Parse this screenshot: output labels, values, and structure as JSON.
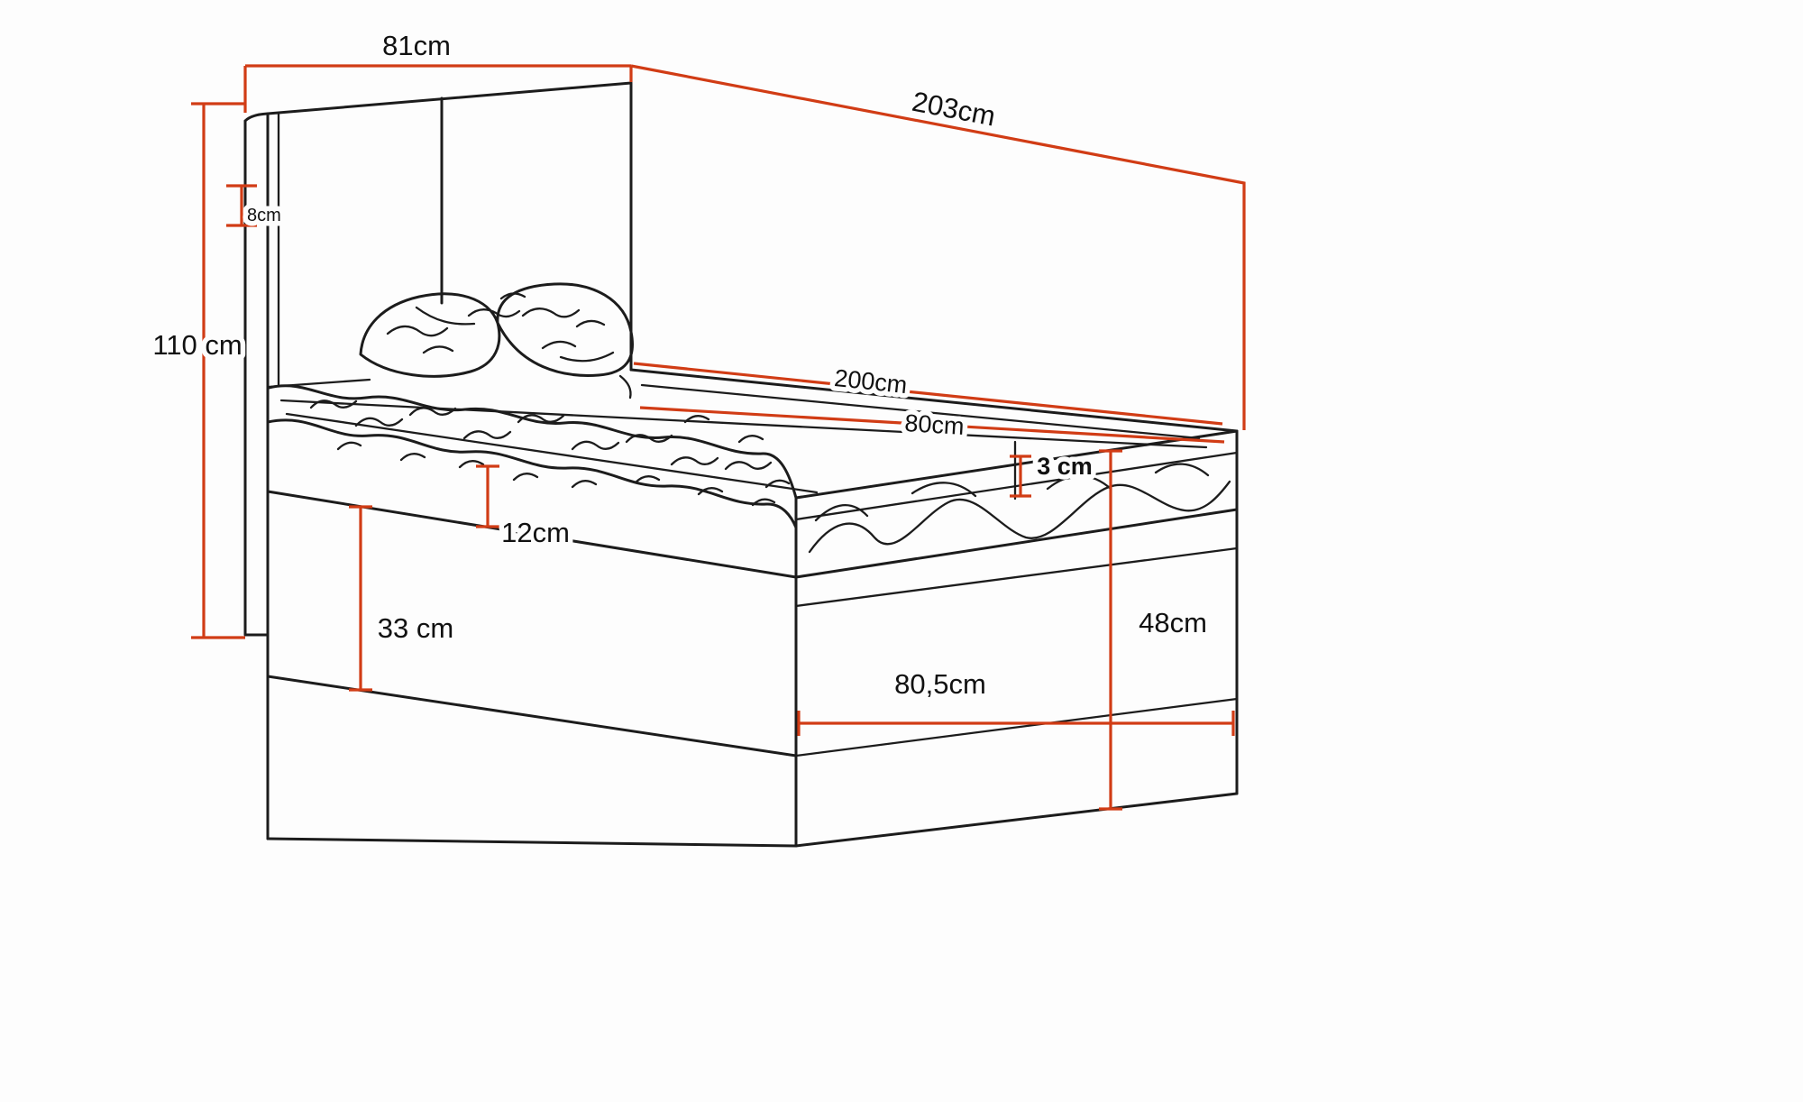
{
  "diagram": {
    "kind": "bed-dimension-drawing",
    "colors": {
      "background": "#fdfdfd",
      "outline": "#1c1c1c",
      "dimension": "#d13c15",
      "text": "#111111"
    },
    "labels": {
      "headboard_width": "81cm",
      "overall_length": "203cm",
      "headboard_height": "110 cm",
      "frame_depth": "8cm",
      "sleeping_length": "200cm",
      "sleeping_width": "80cm",
      "topper_height": "3 cm",
      "upper_box_height": "12cm",
      "lower_box_height": "33 cm",
      "foot_end_height": "48cm",
      "foot_end_width": "80,5cm"
    }
  }
}
